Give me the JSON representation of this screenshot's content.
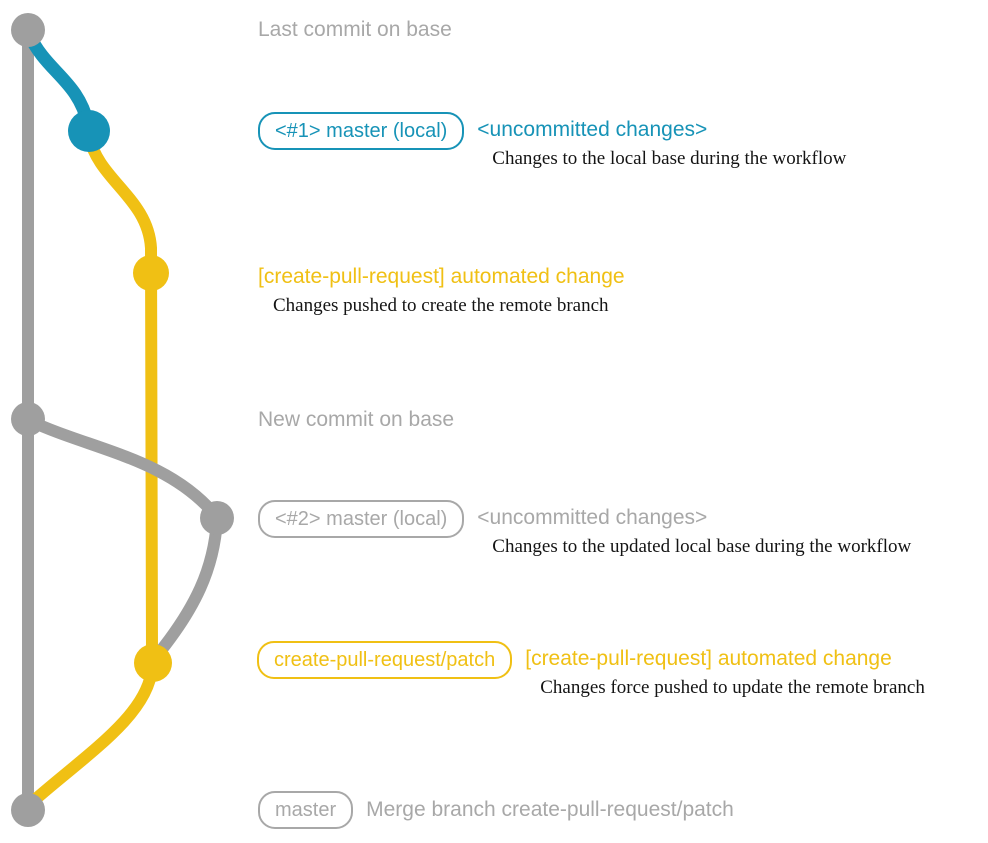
{
  "colors": {
    "gray": "#9f9f9f",
    "gray-text": "#a8a8a8",
    "teal": "#1793b7",
    "yellow": "#f0c014",
    "ink": "#141414"
  },
  "annotations": {
    "last_commit_label": "Last commit on base",
    "local1": {
      "badge": "<#1> master (local)",
      "heading": "<uncommitted changes>",
      "note": "Changes to the local base during the workflow"
    },
    "automated1": {
      "heading": "[create-pull-request] automated change",
      "note": "Changes pushed to create the remote branch"
    },
    "new_commit_label": "New commit on base",
    "local2": {
      "badge": "<#2> master (local)",
      "heading": "<uncommitted changes>",
      "note": "Changes to the updated local base during the workflow"
    },
    "automated2": {
      "badge": "create-pull-request/patch",
      "heading": "[create-pull-request] automated change",
      "note": "Changes force pushed to update the remote branch"
    },
    "merge": {
      "badge": "master",
      "heading": "Merge branch create-pull-request/patch"
    }
  }
}
